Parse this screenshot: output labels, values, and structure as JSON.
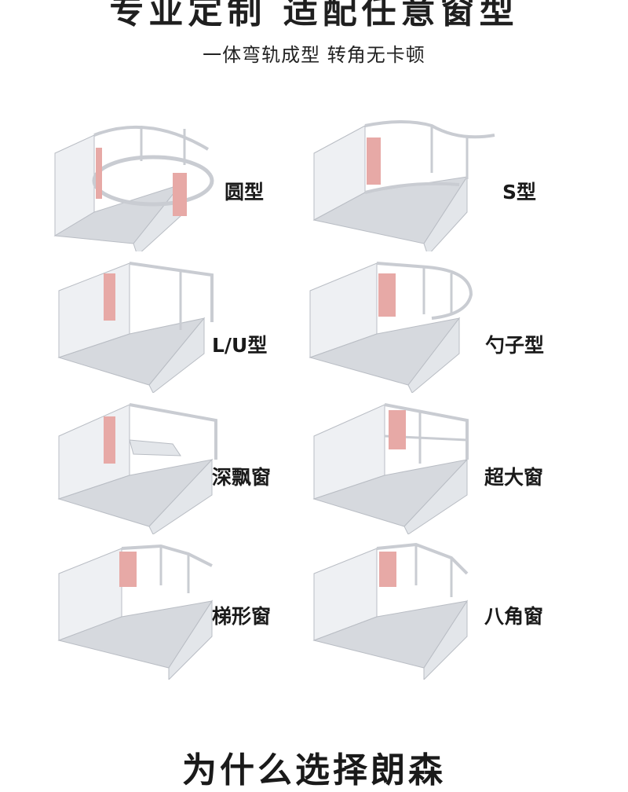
{
  "header": {
    "title": "专业定制 适配任意窗型",
    "subtitle": "一体弯轨成型 转角无卡顿"
  },
  "window_types": [
    {
      "label": "圆型",
      "icon": "round-window-room-icon"
    },
    {
      "label": "S型",
      "icon": "s-shaped-window-room-icon"
    },
    {
      "label": "L/U型",
      "icon": "lu-shaped-window-room-icon"
    },
    {
      "label": "勺子型",
      "icon": "spoon-shaped-window-room-icon"
    },
    {
      "label": "深飘窗",
      "icon": "deep-bay-window-room-icon"
    },
    {
      "label": "超大窗",
      "icon": "extra-large-window-room-icon"
    },
    {
      "label": "梯形窗",
      "icon": "trapezoid-window-room-icon"
    },
    {
      "label": "八角窗",
      "icon": "octagonal-window-room-icon"
    }
  ],
  "footer": {
    "title": "为什么选择朗森"
  },
  "colors": {
    "wall": "#eef0f3",
    "floor": "#d6d9de",
    "edge": "#b9bdc4",
    "curtain": "#e7a9a6",
    "rail": "#c9ccd2"
  }
}
